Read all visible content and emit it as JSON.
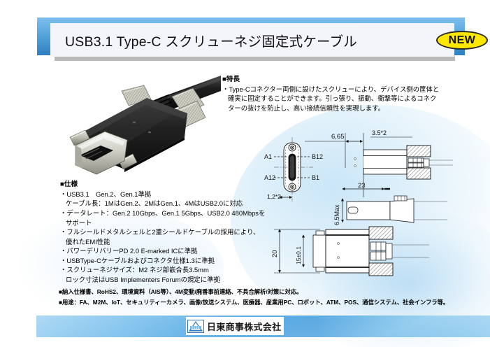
{
  "header": {
    "title": "USB3.1 Type-C スクリューネジ固定式ケーブル",
    "badge": "NEW",
    "badge_color": "#ffe800"
  },
  "features": {
    "heading": "■特長",
    "lines": [
      "・Type-Cコネクター両側に設けたスクリューにより、デバイス側の筐体と",
      "確実に固定することができます。引っ張り、振動、衝撃等によるコネク",
      "ターの抜けを防止し、高い接続信頼性を実現します。"
    ]
  },
  "specs": {
    "heading": "■仕様",
    "lines": [
      "・USB3.1　Gen.2、Gen.1準拠",
      "ケーブル長：1MはGen.2、2MはGen.1、4MはUSB2.0に対応",
      "・データレート：Gen.2 10Gbps、Gen.1 5Gbps、USB2.0 480Mbpsを",
      "サポート",
      "・フルシールドメタルシェルと2重シールドケーブルの採用により、",
      "優れたEMI性能",
      "・パワーデリバリーPD 2.0 E-marked ICに準拠",
      "・USBType-Cケーブルおよびコネクタ仕様1.3に準拠",
      "・スクリューネジサイズ：M2 ネジ部嵌合長3.5mm",
      "ロック寸法はUSB Implementers Forumの規定に準拠"
    ],
    "indent_flags": [
      false,
      true,
      false,
      true,
      false,
      true,
      false,
      false,
      false,
      true
    ]
  },
  "drawing": {
    "dimensions": {
      "width_665": "6,65",
      "pitch_35x2": "3.5*2",
      "length_23": "23",
      "pitch_12x2": "1,2*2",
      "height_65max": "6.5Max",
      "height_20": "20",
      "height_15": "15±0.1"
    },
    "pin_labels": {
      "a1": "A1",
      "a12": "A12",
      "b12": "B12",
      "b1": "B1"
    }
  },
  "notes": [
    "■納入仕様書、RoHS2、環境資料（AIS等）、4M変動/廃番事前連絡、不具合解析/対策に対応。",
    "■用途：FA、M2M、IoT、セキュリティーカメラ、画像/放送システム、医療器、産業用PC、ロボット、ATM、POS、通信システム、社会インフラ等。"
  ],
  "footer": {
    "company": "日東商事株式会社"
  }
}
